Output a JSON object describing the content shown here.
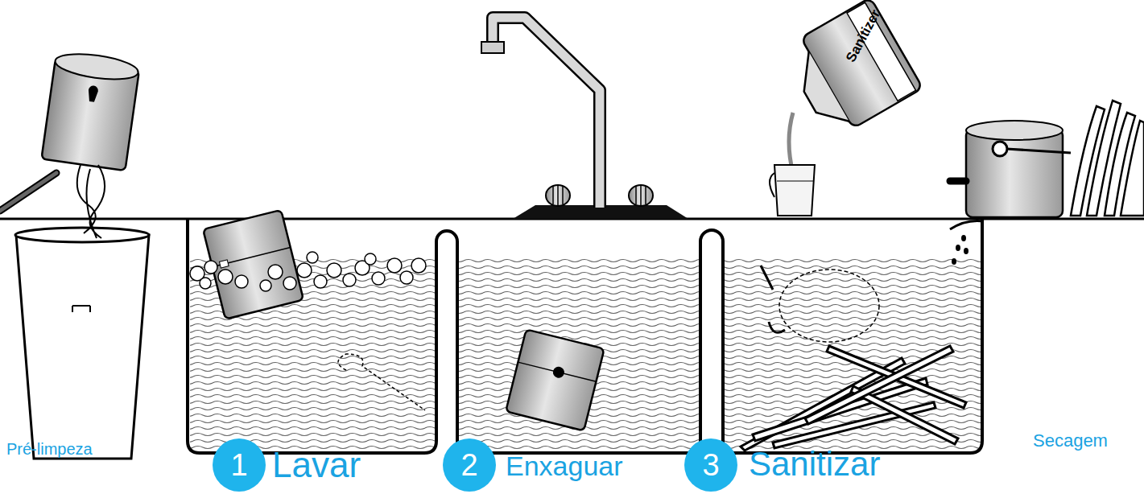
{
  "diagram": {
    "nodes": [
      {
        "text": [
          "1"
        ]
      },
      {
        "text": [
          "2"
        ]
      },
      {
        "text": [
          "3"
        ]
      }
    ],
    "labels": [
      "Pré-limpeza",
      "Lavar",
      "Enxaguar",
      "Sanitizer",
      "Sanitizar",
      "Secagem"
    ]
  }
}
